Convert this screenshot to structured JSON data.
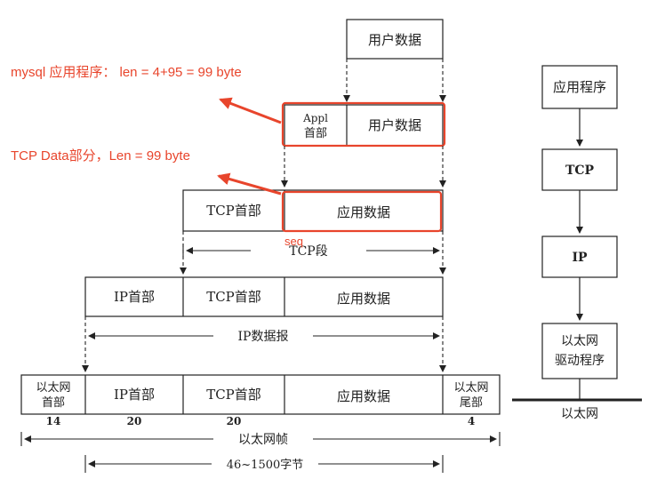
{
  "user_data_top": "用户数据",
  "appl_header": {
    "line1": "Appl",
    "line2": "首部"
  },
  "user_data": "用户数据",
  "tcp_header": "TCP首部",
  "app_data": "应用数据",
  "ip_header": "IP首部",
  "eth_header": {
    "line1": "以太网",
    "line2": "首部"
  },
  "eth_trailer": {
    "line1": "以太网",
    "line2": "尾部"
  },
  "sizes": {
    "eth_header": "14",
    "ip_header": "20",
    "tcp_header": "20",
    "eth_trailer": "4"
  },
  "spans": {
    "tcp_segment": "TCP段",
    "ip_datagram": "IP数据报",
    "eth_frame": "以太网帧",
    "payload_range": "46~1500字节"
  },
  "seq_label": "seq",
  "annotations": {
    "mysql": "mysql 应用程序：  len = 4+95 = 99 byte",
    "tcp_data": "TCP Data部分，Len = 99 byte"
  },
  "stack": {
    "app": "应用程序",
    "tcp": "TCP",
    "ip": "IP",
    "driver_line1": "以太网",
    "driver_line2": "驱动程序",
    "medium": "以太网"
  },
  "colors": {
    "highlight": "#e8452c",
    "line": "#222222"
  }
}
